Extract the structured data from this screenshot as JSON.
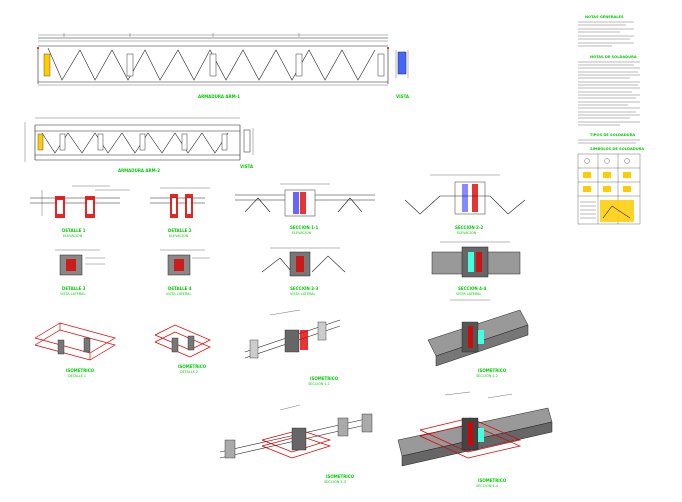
{
  "drawing": {
    "labels": {
      "truss_1": "ARMADURA ARM-1",
      "truss_2": "ARMADURA ARM-2",
      "detail_top_right_1": "VISTA",
      "detail_mid_1": "VISTA",
      "d1": "DETALLE 1",
      "d1_sub": "ELEVACION",
      "d2": "DETALLE 2",
      "d2_sub": "ELEVACION",
      "s1": "SECCION 1-1",
      "s1_sub": "ELEVACION",
      "s2": "SECCION 2-2",
      "s2_sub": "ELEVACION",
      "d3": "DETALLE 3",
      "d3_sub": "VISTA LATERAL",
      "d4": "DETALLE 4",
      "d4_sub": "VISTA LATERAL",
      "s3": "SECCION 3-3",
      "s3_sub": "VISTA LATERAL",
      "s4": "SECCION 4-4",
      "s4_sub": "VISTA LATERAL",
      "iso1": "ISOMETRICO",
      "iso1_sub": "DETALLE 1",
      "iso2": "ISOMETRICO",
      "iso2_sub": "DETALLE 2",
      "iso3": "ISOMETRICO",
      "iso3_sub": "SECCION 1-1",
      "iso4": "ISOMETRICO",
      "iso4_sub": "SECCION 2-2",
      "iso5": "ISOMETRICO",
      "iso5_sub": "SECCION 3-3",
      "iso6": "ISOMETRICO",
      "iso6_sub": "SECCION 4-4"
    },
    "notes": {
      "title_general": "NOTAS GENERALES",
      "title_specs": "NOTAS DE SOLDADURA",
      "title_symbols": "TIPOS DE SOLDADURA",
      "title_legend": "SIMBOLOS DE SOLDADURA"
    },
    "colors": {
      "label": "#00cc00",
      "line": "#222222",
      "member": "#e00000",
      "accent": "#ffcc00"
    }
  }
}
